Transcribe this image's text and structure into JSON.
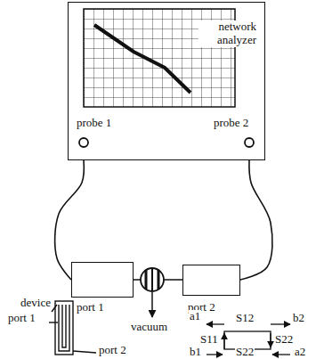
{
  "diagram": {
    "nodes": [
      {
        "text": [
          "network analyzer",
          "probe 1",
          "probe 2"
        ]
      },
      {
        "text": [
          "port 1"
        ]
      },
      {
        "text": [
          "port 2"
        ]
      }
    ],
    "edges": [
      {
        "from": 0,
        "to": 1,
        "arrow": "none"
      },
      {
        "from": 0,
        "to": 2,
        "arrow": "none"
      }
    ],
    "labels": [
      "vacuum",
      "device",
      "port 1",
      "port 2",
      "a1",
      "S12",
      "b2",
      "S11",
      "S22",
      "b1",
      "S22",
      "a2"
    ]
  }
}
